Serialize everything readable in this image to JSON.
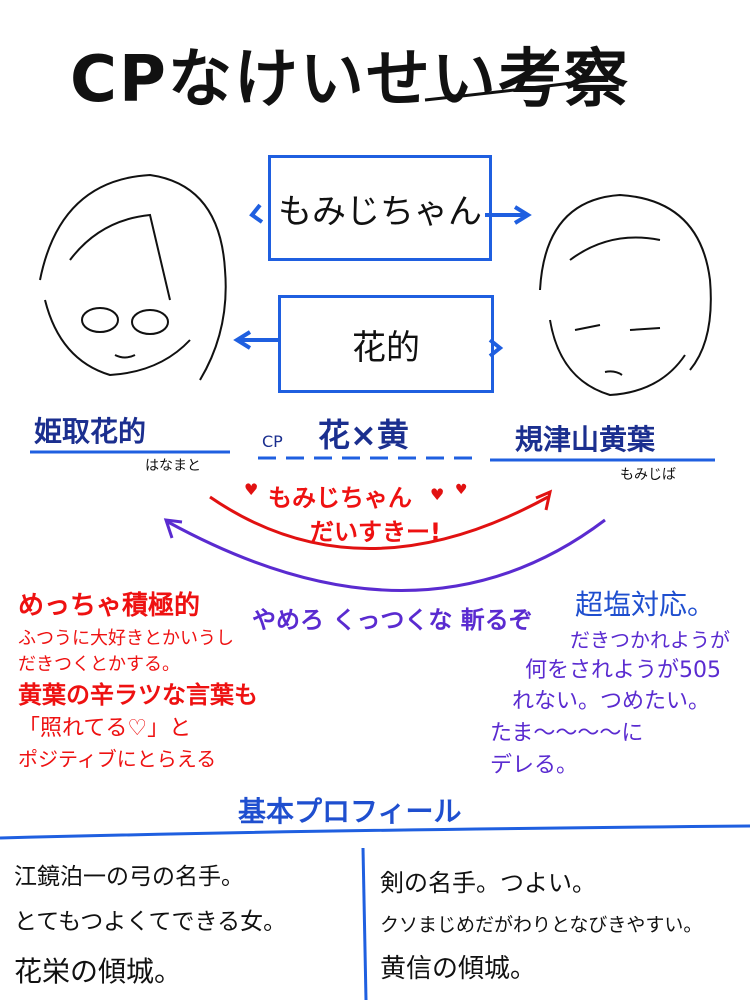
{
  "title": "CPなけいせい考察",
  "box_top": "もみじちゃん",
  "box_bottom": "花的",
  "left_char": {
    "name": "姫取花的",
    "reading": "はなまと"
  },
  "right_char": {
    "name": "規津山黄葉",
    "reading": "もみじば"
  },
  "cp": {
    "label": "CP",
    "pairing": "花×黄"
  },
  "love_text": [
    "もみじちゃん",
    "だいすきー!"
  ],
  "purple_text": "やめろ くっつくな 斬るぞ",
  "left_notes": [
    "めっちゃ積極的",
    "ふつうに大好きとかいうし",
    "だきつくとかする。",
    "黄葉の辛ラツな言葉も",
    "「照れてる♡」と",
    "ポジティブにとらえる"
  ],
  "right_notes": [
    "超塩対応。",
    "だきつかれようが",
    "何をされようが505",
    "れない。つめたい。",
    "たま〜〜〜〜に",
    "デレる。"
  ],
  "profile_label": "基本プロフィール",
  "profile_left": [
    "江鏡泊一の弓の名手。",
    "とてもつよくてできる女。",
    "花栄の傾城。"
  ],
  "profile_right": [
    "剣の名手。つよい。",
    "クソまじめだがわりとなびきやすい。",
    "黄信の傾城。"
  ],
  "colors": {
    "blue": "#1f5fe0",
    "red": "#e11111",
    "purple": "#5a2bd0",
    "navy": "#1b2f8f"
  }
}
